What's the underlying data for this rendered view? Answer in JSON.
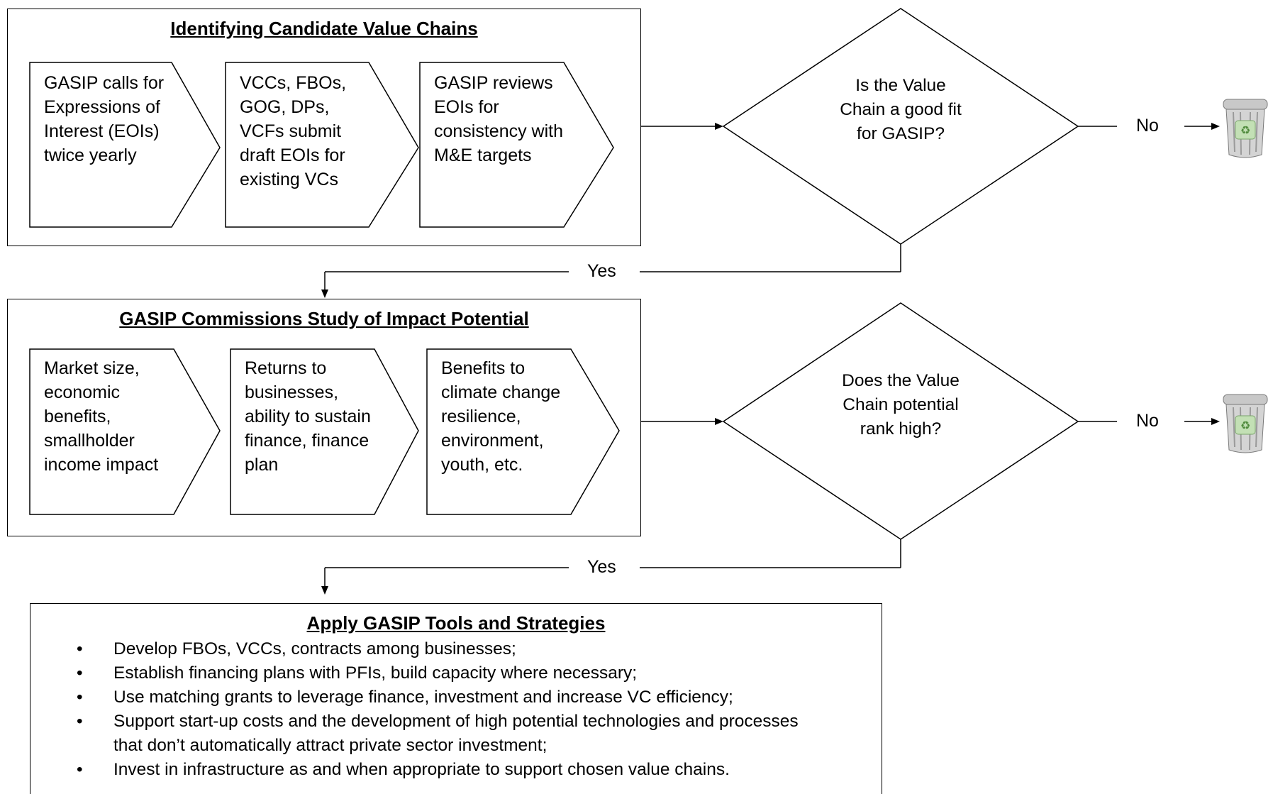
{
  "section1": {
    "title": "Identifying Candidate Value Chains",
    "steps": [
      "GASIP calls for\nExpressions of\nInterest (EOIs)\ntwice yearly",
      "VCCs, FBOs,\nGOG, DPs,\nVCFs submit\ndraft EOIs for\nexisting VCs",
      "GASIP reviews\nEOIs for\nconsistency with\nM&E targets"
    ]
  },
  "decision1": {
    "text": "Is the Value\nChain a good fit\nfor GASIP?",
    "no": "No",
    "yes": "Yes"
  },
  "section2": {
    "title": "GASIP Commissions Study of Impact Potential",
    "steps": [
      "Market size,\neconomic\nbenefits,\nsmallholder\nincome impact",
      "Returns to\nbusinesses,\nability to sustain\nfinance, finance\nplan",
      "Benefits to\nclimate change\nresilience,\nenvironment,\nyouth, etc."
    ]
  },
  "decision2": {
    "text": "Does the Value\nChain potential\nrank high?",
    "no": "No",
    "yes": "Yes"
  },
  "section3": {
    "title": "Apply GASIP Tools and Strategies",
    "bullets": [
      "Develop FBOs, VCCs, contracts among businesses;",
      "Establish financing plans with PFIs, build capacity where necessary;",
      "Use matching grants to leverage finance, investment and increase VC efficiency;",
      "Support start-up costs and the development of high potential technologies and processes\nthat don’t automatically attract private sector investment;",
      "Invest in infrastructure as and when appropriate to support chosen value chains."
    ],
    "bullet_symbol": "•"
  },
  "icons": {
    "discard": "recycle-bin-icon"
  }
}
